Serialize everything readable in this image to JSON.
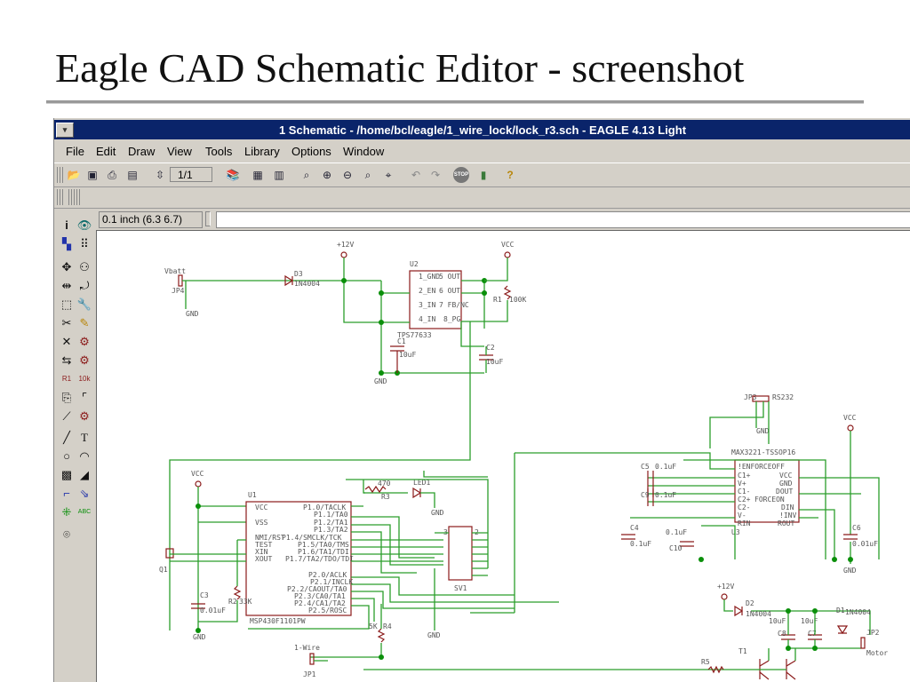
{
  "slide": {
    "title": "Eagle CAD Schematic Editor - screenshot"
  },
  "window": {
    "title": "1 Schematic - /home/bcl/eagle/1_wire_lock/lock_r3.sch - EAGLE 4.13 Light",
    "menu_glyph": "▾"
  },
  "menu": {
    "items": [
      "File",
      "Edit",
      "Draw",
      "View",
      "Tools",
      "Library",
      "Options",
      "Window"
    ]
  },
  "toolbar": {
    "sheet": "1/1",
    "icons": [
      "open-icon",
      "save-icon",
      "print-icon",
      "cam-icon",
      "sheet-icon",
      "library-icon",
      "script-icon",
      "ulp-icon",
      "zoom-fit-icon",
      "zoom-in-icon",
      "zoom-out-icon",
      "zoom-redraw-icon",
      "zoom-select-icon",
      "undo-icon",
      "redo-icon",
      "stop-icon",
      "go-icon",
      "help-icon"
    ]
  },
  "coords": {
    "value": "0.1 inch (6.3 6.7)"
  },
  "leftbar": {
    "icons": [
      "info-icon",
      "show-icon",
      "display-icon",
      "mark-icon",
      "move-icon",
      "copy-icon",
      "mirror-icon",
      "rotate-icon",
      "group-icon",
      "change-icon",
      "cut-icon",
      "paste-icon",
      "delete-icon",
      "add-icon",
      "pinswap-icon",
      "gateswap-icon",
      "replace-icon",
      "name-icon",
      "value-icon",
      "smash-icon",
      "miter-icon",
      "split-icon",
      "invoke-icon",
      "wire-icon",
      "text-icon",
      "circle-icon",
      "arc-icon",
      "rect-icon",
      "polygon-icon",
      "bus-icon",
      "net-icon",
      "junction-icon",
      "label-icon",
      "erc-icon"
    ]
  },
  "schematic": {
    "labels": {
      "vbatt": "Vbatt",
      "jp4": "JP4",
      "d3": "D3",
      "d3v": "1N4004",
      "p12": "+12V",
      "u2": "U2",
      "vcc": "VCC",
      "gnd": "GND",
      "r1": "R1",
      "r1v": "100K",
      "c1": "C1",
      "c1v": "10uF",
      "c2": "C2",
      "c2v": "10uF",
      "tps": "TPS77633",
      "u2p1": "1_GND",
      "u2p2": "2_EN",
      "u2p3": "3_IN",
      "u2p4": "4_IN",
      "u2p5": "5 OUT",
      "u2p6": "6 OUT",
      "u2p7": "7 FB/NC",
      "u2p8": "8_PG",
      "jp3": "JP3",
      "rs232": "RS232",
      "max": "MAX3221-TSSOP16",
      "u3": "U3",
      "m1": "!ENFORCEOFF",
      "m2": "C1+",
      "m3": "V+",
      "m4": "C1-",
      "m5": "C2+",
      "m6": "C2-",
      "m7": "V-",
      "m8": "RIN",
      "m9": "VCC",
      "m10": "GND",
      "m11": "DOUT",
      "m12": "FORCEON",
      "m13": "DIN",
      "m14": "!INV",
      "m15": "ROUT",
      "c5": "C5",
      "c5v": "0.1uF",
      "c9": "C9",
      "c9v": "0.1uF",
      "c4": "C4",
      "c4v": "0.1uF",
      "c10": "C10",
      "c10v": "0.1uF",
      "c6": "C6",
      "c6v": "0.01uF",
      "u1": "U1",
      "msp": "MSP430F1101PW",
      "u1a": "VCC",
      "u1b": "VSS",
      "u1c": "NMI/RST",
      "u1d": "TEST",
      "u1e": "XIN",
      "u1f": "XOUT",
      "u1g": "P1.0/TACLK",
      "u1h": "P1.1/TA0",
      "u1i": "P1.2/TA1",
      "u1j": "P1.3/TA2",
      "u1k": "P1.4/SMCLK/TCK",
      "u1l": "P1.5/TA0/TMS",
      "u1m": "P1.6/TA1/TDI",
      "u1n": "P1.7/TA2/TDO/TDI",
      "u1o": "P2.0/ACLK",
      "u1p": "P2.1/INCLK",
      "u1q": "P2.2/CAOUT/TA0",
      "u1r": "P2.3/CA0/TA1",
      "u1s": "P2.4/CA1/TA2",
      "u1t": "P2.5/ROSC",
      "r3": "R3",
      "r3v": "470",
      "led1": "LED1",
      "sv1": "SV1",
      "c3": "C3",
      "c3v": "0.01uF",
      "r2": "R2",
      "r2v": "33K",
      "q1": "Q1",
      "r4": "R4",
      "r4v": "5K",
      "onewire": "1-Wire",
      "jp1": "JP1",
      "d2": "D2",
      "d2v": "1N4004",
      "c8": "C8",
      "c8v": "10uF",
      "c7": "C7",
      "c7v": "10uF",
      "d1": "D1",
      "d1v": "1N4004",
      "jp2": "JP2",
      "motor": "Motor",
      "t1": "T1",
      "r5": "R5"
    }
  }
}
